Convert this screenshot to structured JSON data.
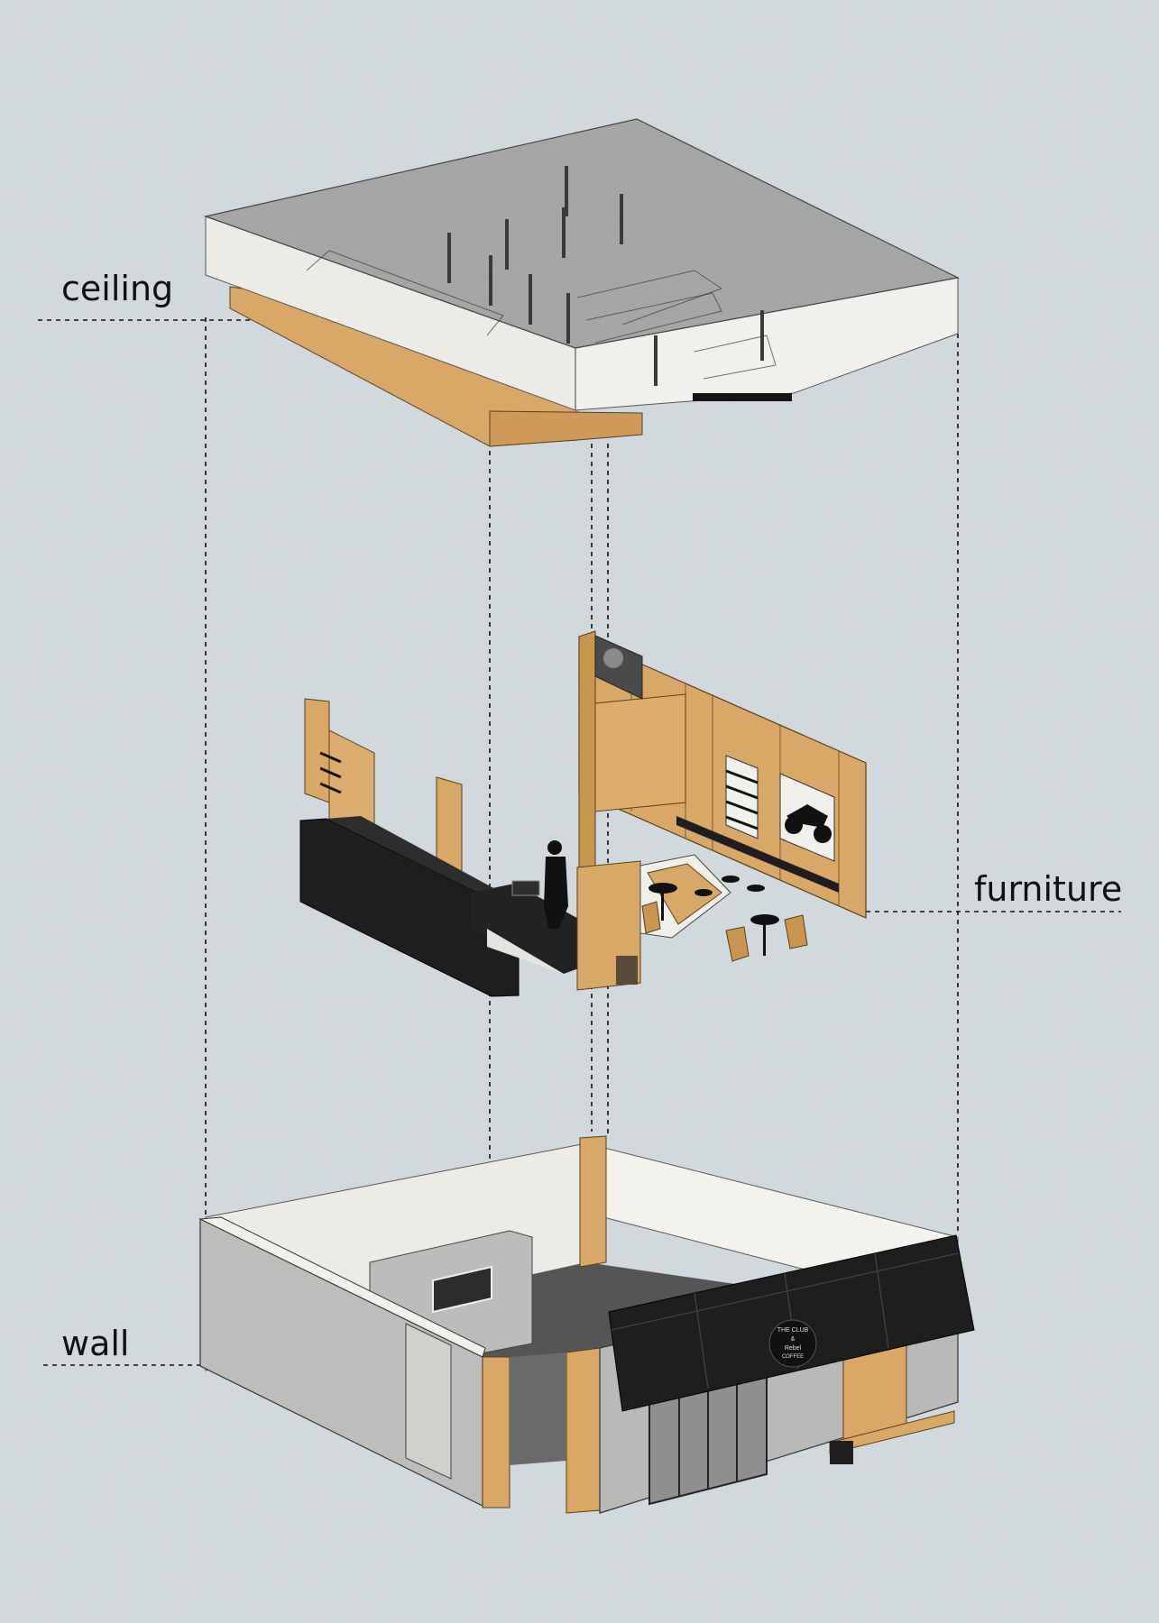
{
  "labels": {
    "ceiling": "ceiling",
    "furniture": "furniture",
    "wall": "wall"
  },
  "signage": {
    "line1": "THE CLUB",
    "line2": "&",
    "line3": "Rebel",
    "line4": "COFFEE"
  },
  "colors": {
    "background": "#d3dade",
    "wood": "#d9a866",
    "wood_dark": "#b8864a",
    "black": "#1e1e1e",
    "concrete": "#b9b9b7",
    "wall_light": "#e8e6e0",
    "glass": "#8f8f8f"
  }
}
